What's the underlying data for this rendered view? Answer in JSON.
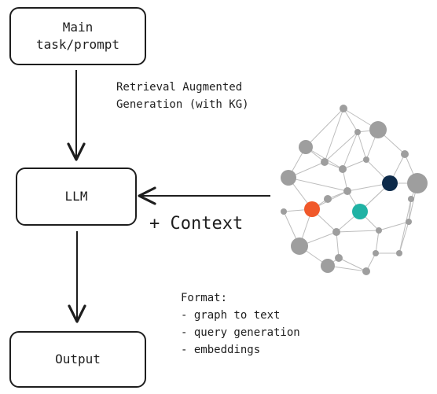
{
  "boxes": {
    "main": "Main\ntask/prompt",
    "llm": "LLM",
    "output": "Output"
  },
  "labels": {
    "rag_line1": "Retrieval Augmented",
    "rag_line2": "Generation (with KG)",
    "context": "+ Context"
  },
  "format": {
    "title": "Format:",
    "items": [
      "- graph to text",
      "- query generation",
      "- embeddings"
    ]
  },
  "graph": {
    "icon": "knowledge-graph-icon",
    "colors": {
      "node": "#9e9e9e",
      "edge": "#bdbdbd",
      "orange": "#f0582a",
      "teal": "#20b2a4",
      "navy": "#0d2a4a"
    }
  }
}
